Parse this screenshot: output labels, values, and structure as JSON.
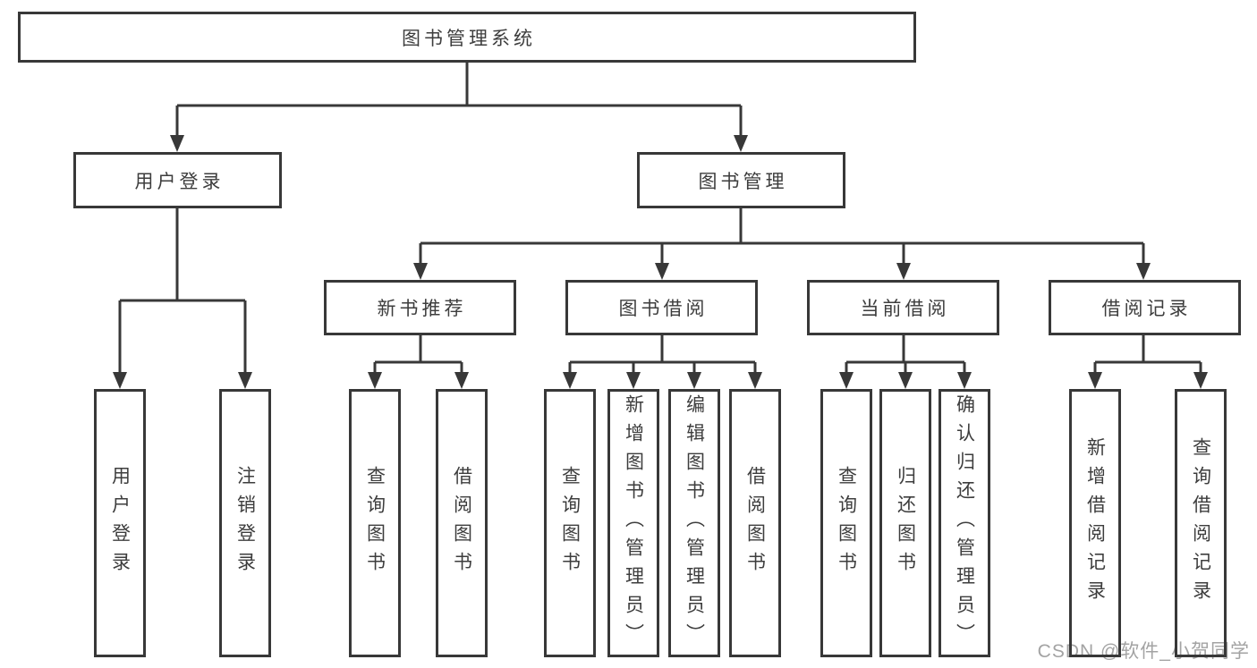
{
  "diagram": {
    "type": "tree",
    "root": {
      "label": "图书管理系统"
    },
    "level2": [
      {
        "label": "用户登录"
      },
      {
        "label": "图书管理"
      }
    ],
    "level3": [
      {
        "label": "新书推荐",
        "parent": "图书管理"
      },
      {
        "label": "图书借阅",
        "parent": "图书管理"
      },
      {
        "label": "当前借阅",
        "parent": "图书管理"
      },
      {
        "label": "借阅记录",
        "parent": "图书管理"
      }
    ],
    "leaves": [
      {
        "label": "用户登录",
        "parent": "用户登录"
      },
      {
        "label": "注销登录",
        "parent": "用户登录"
      },
      {
        "label": "查询图书",
        "parent": "新书推荐"
      },
      {
        "label": "借阅图书",
        "parent": "新书推荐"
      },
      {
        "label": "查询图书",
        "parent": "图书借阅"
      },
      {
        "label": "新增图书（管理员）",
        "parent": "图书借阅"
      },
      {
        "label": "编辑图书（管理员）",
        "parent": "图书借阅"
      },
      {
        "label": "借阅图书",
        "parent": "图书借阅"
      },
      {
        "label": "查询图书",
        "parent": "当前借阅"
      },
      {
        "label": "归还图书",
        "parent": "当前借阅"
      },
      {
        "label": "确认归还（管理员）",
        "parent": "当前借阅"
      },
      {
        "label": "新增借阅记录",
        "parent": "借阅记录"
      },
      {
        "label": "查询借阅记录",
        "parent": "借阅记录"
      }
    ],
    "watermark": "CSDN @软件_小贺同学",
    "colors": {
      "line": "#383838",
      "text": "#3d3d3d",
      "background": "#ffffff",
      "watermark": "#a3a3a3"
    }
  }
}
